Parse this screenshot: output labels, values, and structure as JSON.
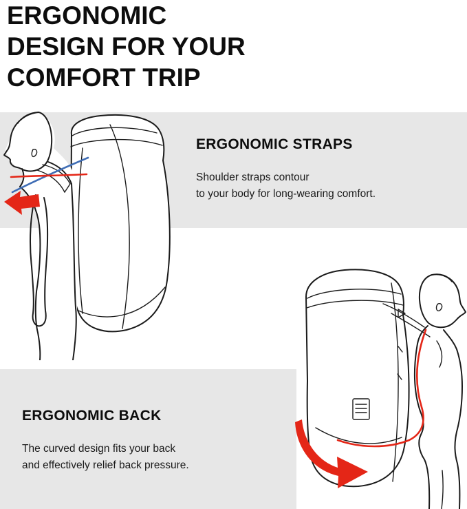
{
  "title": {
    "line1": "ERGONOMIC",
    "line2": "DESIGN FOR YOUR",
    "line3": "COMFORT TRIP"
  },
  "sections": {
    "straps": {
      "heading": "ERGONOMIC STRAPS",
      "body_line1": "Shoulder straps contour",
      "body_line2": "to your body for long-wearing comfort."
    },
    "back": {
      "heading": "ERGONOMIC BACK",
      "body_line1": "The curved design fits your back",
      "body_line2": "and effectively relief back pressure."
    }
  },
  "illustrations": {
    "left": "person-wearing-backpack-side-view-straps",
    "right": "person-wearing-backpack-side-view-back"
  },
  "colors": {
    "background": "#ffffff",
    "band_gray": "#e7e7e7",
    "text": "#0d0d0d",
    "line": "#1b1b1b",
    "accent_red": "#e42617",
    "accent_blue": "#3f6db5"
  }
}
